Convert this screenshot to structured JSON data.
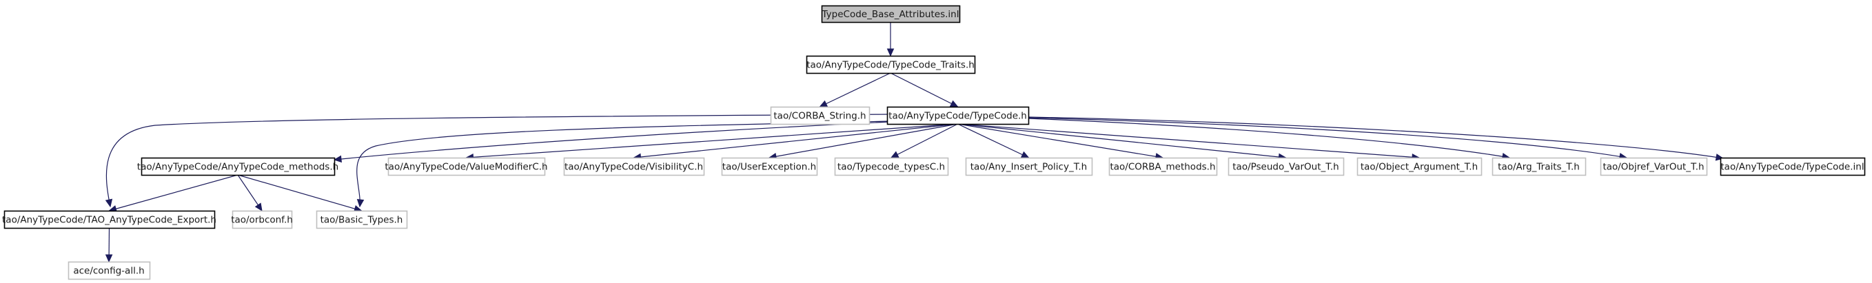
{
  "nodes": [
    {
      "id": "root",
      "label": "TypeCode_Base_Attributes.inl",
      "style": "root"
    },
    {
      "id": "traits",
      "label": "tao/AnyTypeCode/TypeCode_Traits.h",
      "style": "documented"
    },
    {
      "id": "corba_string",
      "label": "tao/CORBA_String.h",
      "style": "external"
    },
    {
      "id": "typecode",
      "label": "tao/AnyTypeCode/TypeCode.h",
      "style": "documented"
    },
    {
      "id": "methods",
      "label": "tao/AnyTypeCode/AnyTypeCode_methods.h",
      "style": "documented"
    },
    {
      "id": "valuemod",
      "label": "tao/AnyTypeCode/ValueModifierC.h",
      "style": "external"
    },
    {
      "id": "visibility",
      "label": "tao/AnyTypeCode/VisibilityC.h",
      "style": "external"
    },
    {
      "id": "userexc",
      "label": "tao/UserException.h",
      "style": "external"
    },
    {
      "id": "tctypes",
      "label": "tao/Typecode_typesC.h",
      "style": "external"
    },
    {
      "id": "anyinsert",
      "label": "tao/Any_Insert_Policy_T.h",
      "style": "external"
    },
    {
      "id": "corbamethods",
      "label": "tao/CORBA_methods.h",
      "style": "external"
    },
    {
      "id": "pseudo",
      "label": "tao/Pseudo_VarOut_T.h",
      "style": "external"
    },
    {
      "id": "objarg",
      "label": "tao/Object_Argument_T.h",
      "style": "external"
    },
    {
      "id": "argtraits",
      "label": "tao/Arg_Traits_T.h",
      "style": "external"
    },
    {
      "id": "objref",
      "label": "tao/Objref_VarOut_T.h",
      "style": "external"
    },
    {
      "id": "tcinl",
      "label": "tao/AnyTypeCode/TypeCode.inl",
      "style": "documented"
    },
    {
      "id": "export",
      "label": "tao/AnyTypeCode/TAO_AnyTypeCode_Export.h",
      "style": "documented"
    },
    {
      "id": "orbconf",
      "label": "tao/orbconf.h",
      "style": "external"
    },
    {
      "id": "basictypes",
      "label": "tao/Basic_Types.h",
      "style": "external"
    },
    {
      "id": "configall",
      "label": "ace/config-all.h",
      "style": "external"
    }
  ],
  "edges": [
    {
      "from": "root",
      "to": "traits"
    },
    {
      "from": "traits",
      "to": "corba_string"
    },
    {
      "from": "traits",
      "to": "typecode"
    },
    {
      "from": "typecode",
      "to": "export"
    },
    {
      "from": "typecode",
      "to": "basictypes"
    },
    {
      "from": "typecode",
      "to": "methods"
    },
    {
      "from": "typecode",
      "to": "valuemod"
    },
    {
      "from": "typecode",
      "to": "visibility"
    },
    {
      "from": "typecode",
      "to": "userexc"
    },
    {
      "from": "typecode",
      "to": "tctypes"
    },
    {
      "from": "typecode",
      "to": "anyinsert"
    },
    {
      "from": "typecode",
      "to": "corbamethods"
    },
    {
      "from": "typecode",
      "to": "pseudo"
    },
    {
      "from": "typecode",
      "to": "objarg"
    },
    {
      "from": "typecode",
      "to": "argtraits"
    },
    {
      "from": "typecode",
      "to": "objref"
    },
    {
      "from": "typecode",
      "to": "tcinl"
    },
    {
      "from": "methods",
      "to": "export"
    },
    {
      "from": "methods",
      "to": "orbconf"
    },
    {
      "from": "methods",
      "to": "basictypes"
    },
    {
      "from": "export",
      "to": "configall"
    }
  ],
  "colors": {
    "root_fill": "#bfbfbf",
    "root_border": "#000000",
    "documented_border": "#000000",
    "external_border": "#bfbfbf",
    "node_fill": "#ffffff",
    "edge": "#1c1c5c"
  }
}
